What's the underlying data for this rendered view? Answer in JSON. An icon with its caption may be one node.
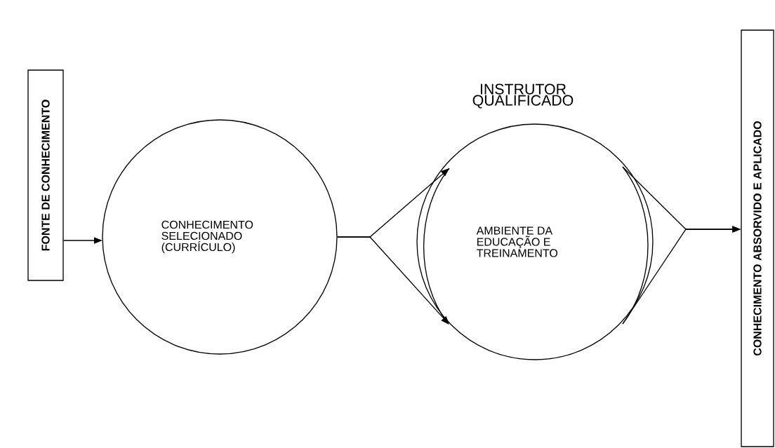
{
  "diagram": {
    "nodes": [
      {
        "text": [
          "FONTE  DE CONHECIMENTO"
        ]
      },
      {
        "text": [
          "CONHECIMENTO SELECIONADO (CURRÍCULO)"
        ]
      },
      {
        "text": [
          "AMBIENTE DA EDUCAÇÃO E TREINAMENTO"
        ],
        "beside": [
          "INSTRUTOR QUALIFICADO"
        ]
      },
      {
        "text": [
          "CONHECIMENTO ABSORVIDO E APLICADO"
        ]
      }
    ],
    "edges": [
      {
        "from": 0,
        "to": 1,
        "arrow": "to"
      },
      {
        "from": 1,
        "to": 2,
        "arrow": "to"
      },
      {
        "from": 1,
        "to": 2,
        "arrow": "to"
      },
      {
        "from": 2,
        "to": 3,
        "arrow": "to"
      },
      {
        "from": 2,
        "to": 3,
        "arrow": "to"
      }
    ]
  }
}
